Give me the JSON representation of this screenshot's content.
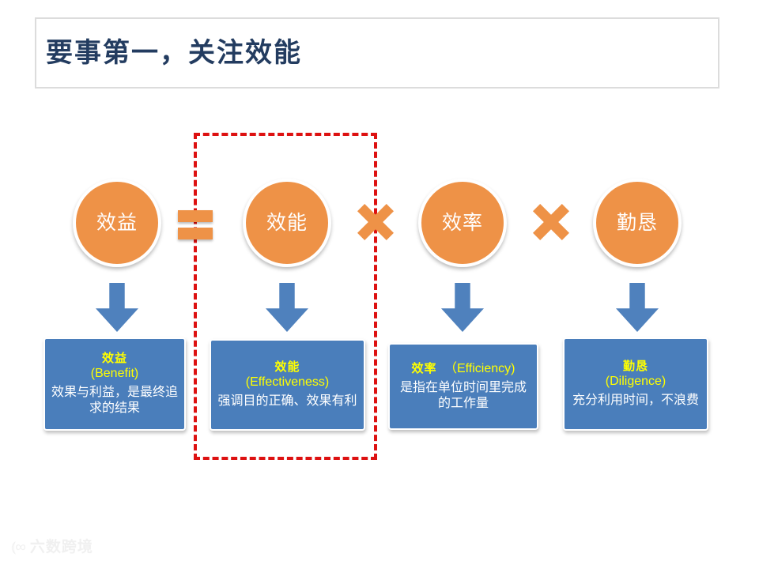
{
  "slide": {
    "title": "要事第一，关注效能",
    "background_color": "#ffffff"
  },
  "theme": {
    "title_color": "#233c60",
    "circle_color": "#ee9247",
    "operator_color": "#ee9247",
    "arrow_color": "#4f81bd",
    "box_color": "#4a7ebb",
    "box_heading_color": "#ffff00",
    "box_text_color": "#ffffff",
    "focus_border_color": "#dd1111"
  },
  "formula": {
    "circles": [
      {
        "label": "效益",
        "name": "benefit"
      },
      {
        "label": "效能",
        "name": "effectiveness"
      },
      {
        "label": "效率",
        "name": "efficiency"
      },
      {
        "label": "勤恳",
        "name": "diligence"
      }
    ],
    "operators": [
      {
        "symbol": "=",
        "name": "equals"
      },
      {
        "symbol": "✖",
        "name": "multiply"
      },
      {
        "symbol": "✖",
        "name": "multiply"
      }
    ]
  },
  "definitions": [
    {
      "cn": "效益",
      "en": "(Benefit)",
      "desc": "效果与利益，是最终追求的结果",
      "inline_heading": false
    },
    {
      "cn": "效能",
      "en": "(Effectiveness)",
      "desc": "强调目的正确、效果有利",
      "inline_heading": false
    },
    {
      "cn": "效率",
      "en": "（Efficiency)",
      "desc": "是指在单位时间里完成的工作量",
      "inline_heading": true
    },
    {
      "cn": "勤恳",
      "en": "(Diligence)",
      "desc": "充分利用时间，不浪费",
      "inline_heading": false
    }
  ],
  "watermark": {
    "mark": "⦅∞",
    "text": "六数跨境"
  }
}
